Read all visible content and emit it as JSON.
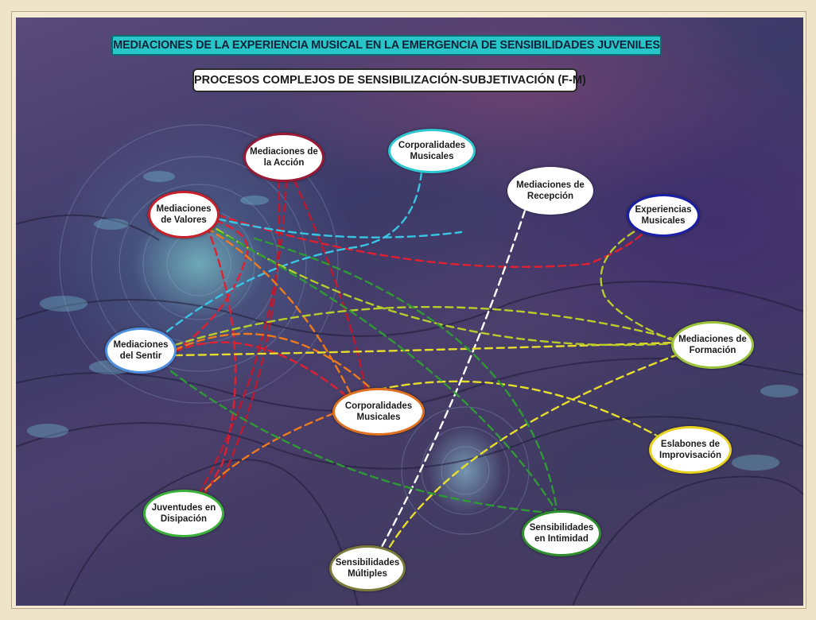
{
  "title": "MEDIACIONES DE LA EXPERIENCIA MUSICAL EN LA EMERGENCIA DE SENSIBILIDADES JUVENILES",
  "subtitle": "PROCESOS COMPLEJOS DE SENSIBILIZACIÓN-SUBJETIVACIÓN (F-M)",
  "nodes": [
    {
      "id": "accion",
      "label": "Mediaciones de la Acción",
      "border": "#9a1a36"
    },
    {
      "id": "corp-top",
      "label": "Corporalidades Musicales",
      "border": "#2ec8d2"
    },
    {
      "id": "recepcion",
      "label": "Mediaciones de Recepción",
      "border": "#ffffff"
    },
    {
      "id": "valores",
      "label": "Mediaciones de Valores",
      "border": "#c8202a"
    },
    {
      "id": "experiencias",
      "label": "Experiencias Musicales",
      "border": "#1a1fa8"
    },
    {
      "id": "sentir",
      "label": "Mediaciones del Sentir",
      "border": "#4f8fe0"
    },
    {
      "id": "formacion",
      "label": "Mediaciones de Formación",
      "border": "#9ac43a"
    },
    {
      "id": "corp-center",
      "label": "Corporalidades Musicales",
      "border": "#e0701e"
    },
    {
      "id": "eslabones",
      "label": "Eslabones de Improvisación",
      "border": "#e8d21e"
    },
    {
      "id": "juventudes",
      "label": "Juventudes en Disipación",
      "border": "#3ab23a"
    },
    {
      "id": "intimidad",
      "label": "Sensibilidades en Intimidad",
      "border": "#2f8f2f"
    },
    {
      "id": "multiples",
      "label": "Sensibilidades Múltiples",
      "border": "#7a7a3a"
    }
  ],
  "link_colors": {
    "red": "#e02030",
    "crimson": "#c0182c",
    "cyan": "#38c6e4",
    "white": "#ffffff",
    "orange": "#ee7a1c",
    "yellow": "#e6de2a",
    "yellow_green": "#b8cc2a",
    "green": "#2f9a34"
  }
}
